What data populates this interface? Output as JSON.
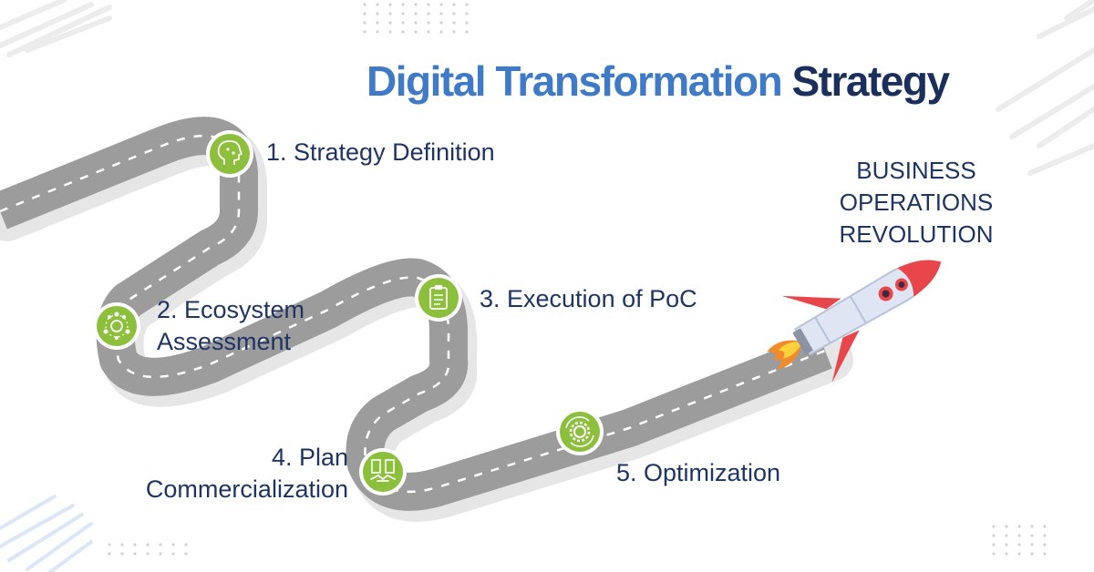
{
  "title": {
    "part1": "Digital Transformation",
    "part2": "Strategy"
  },
  "steps": [
    {
      "label": "1. Strategy Definition",
      "icon": "head-strategy-icon"
    },
    {
      "label_line1": "2. Ecosystem",
      "label_line2": "Assessment",
      "icon": "ecosystem-network-icon"
    },
    {
      "label": "3. Execution of PoC",
      "icon": "clipboard-checklist-icon"
    },
    {
      "label_line1": "4. Plan",
      "label_line2": "Commercialization",
      "icon": "handshake-buildings-icon"
    },
    {
      "label": "5. Optimization",
      "icon": "gear-cycle-icon"
    }
  ],
  "goal": {
    "line1": "BUSINESS",
    "line2": "OPERATIONS",
    "line3": "REVOLUTION"
  },
  "colors": {
    "title_light": "#3f7ac8",
    "title_dark": "#1b2f5c",
    "label_text": "#1e3462",
    "road": "#9c9c9c",
    "road_shadow": "#e4e4e4",
    "icon_green": "#8cbf3b",
    "rocket_red": "#e8464a",
    "rocket_body": "#dfe5f2"
  }
}
